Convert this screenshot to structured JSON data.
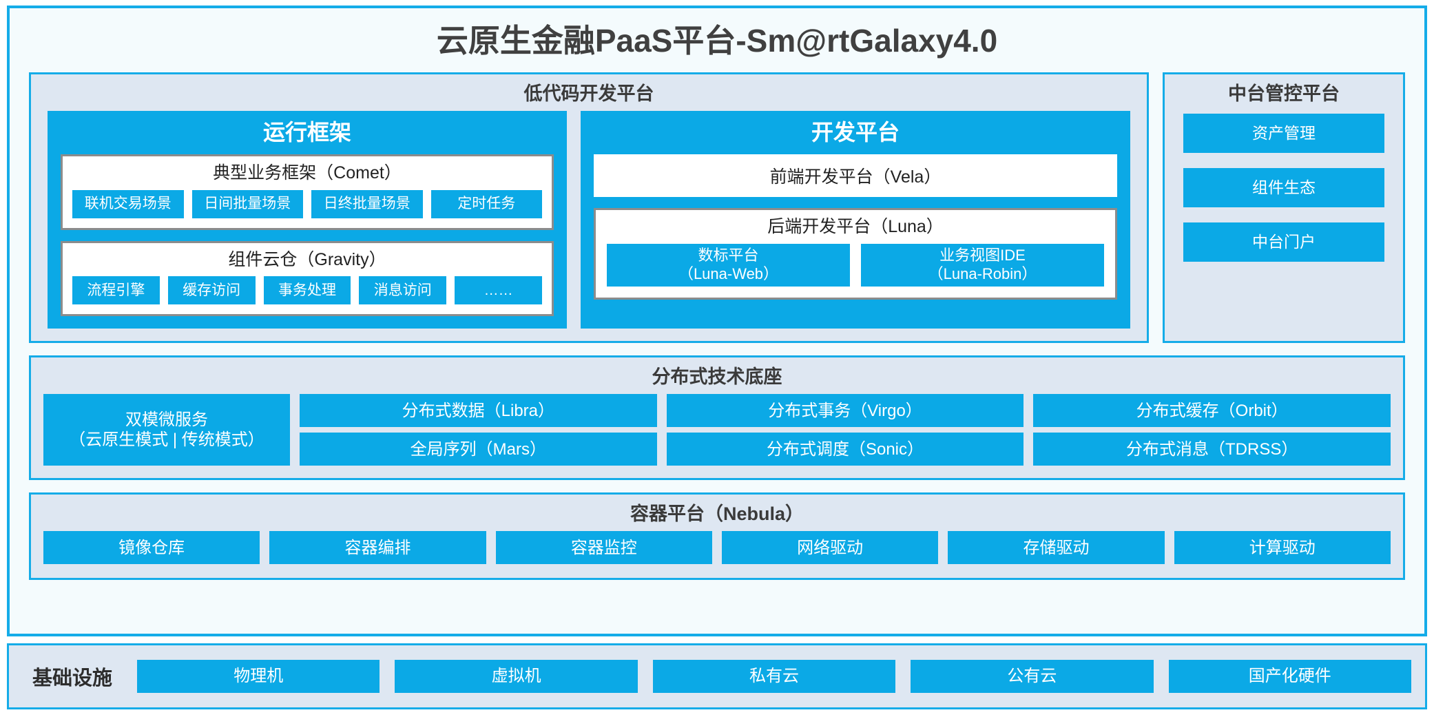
{
  "title": "云原生金融PaaS平台-Sm@rtGalaxy4.0",
  "colors": {
    "accent_blue": "#0BA9E6",
    "border_blue": "#15ACE8",
    "panel_bg": "#DEE7F2",
    "page_bg": "#F4FBFD",
    "card_border_grey": "#8C8C8C"
  },
  "lowcode": {
    "title": "低代码开发平台",
    "runtime": {
      "title": "运行框架",
      "comet": {
        "title": "典型业务框架（Comet）",
        "items": [
          "联机交易场景",
          "日间批量场景",
          "日终批量场景",
          "定时任务"
        ]
      },
      "gravity": {
        "title": "组件云仓（Gravity）",
        "items": [
          "流程引擎",
          "缓存访问",
          "事务处理",
          "消息访问",
          "……"
        ]
      }
    },
    "devplatform": {
      "title": "开发平台",
      "frontend": "前端开发平台（Vela）",
      "backend": {
        "title": "后端开发平台（Luna）",
        "items": [
          "数标平台\n（Luna-Web）",
          "业务视图IDE\n（Luna-Robin）"
        ]
      }
    }
  },
  "midplatform": {
    "title": "中台管控平台",
    "items": [
      "资产管理",
      "组件生态",
      "中台门户"
    ]
  },
  "foundation": {
    "title": "分布式技术底座",
    "wide": "双模微服务\n（云原生模式 | 传统模式）",
    "columns": [
      [
        "分布式数据（Libra）",
        "全局序列（Mars）"
      ],
      [
        "分布式事务（Virgo）",
        "分布式调度（Sonic）"
      ],
      [
        "分布式缓存（Orbit）",
        "分布式消息（TDRSS）"
      ]
    ]
  },
  "container": {
    "title": "容器平台（Nebula）",
    "items": [
      "镜像仓库",
      "容器编排",
      "容器监控",
      "网络驱动",
      "存储驱动",
      "计算驱动"
    ]
  },
  "infrastructure": {
    "label": "基础设施",
    "items": [
      "物理机",
      "虚拟机",
      "私有云",
      "公有云",
      "国产化硬件"
    ]
  }
}
